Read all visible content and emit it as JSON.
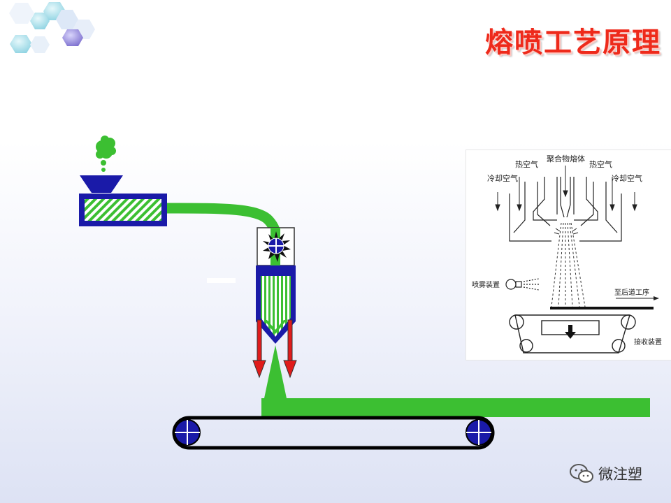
{
  "title": "熔喷工艺原理",
  "colors": {
    "title": "#ee2a1b",
    "polymer_green": "#3cbf32",
    "machine_blue": "#1a1aa8",
    "arrow_red": "#e01b1b",
    "hex_cyan": "#9ad8e4",
    "hex_purple": "#8f83d8"
  },
  "icons": [
    "hexagon-cluster-icon",
    "spinneret-gear-icon",
    "conveyor-roller-icon",
    "wechat-icon"
  ],
  "inset": {
    "labels": {
      "hot_air_left": "热空气",
      "polymer_melt": "聚合物熔体",
      "hot_air_right": "热空气",
      "cooling_air_left": "冷却空气",
      "cooling_air_right": "冷却空气",
      "spray_device": "喷雾装置",
      "to_next_process": "至后道工序",
      "collection_device": "接收装置"
    }
  },
  "watermark": {
    "text": "微注塑"
  }
}
